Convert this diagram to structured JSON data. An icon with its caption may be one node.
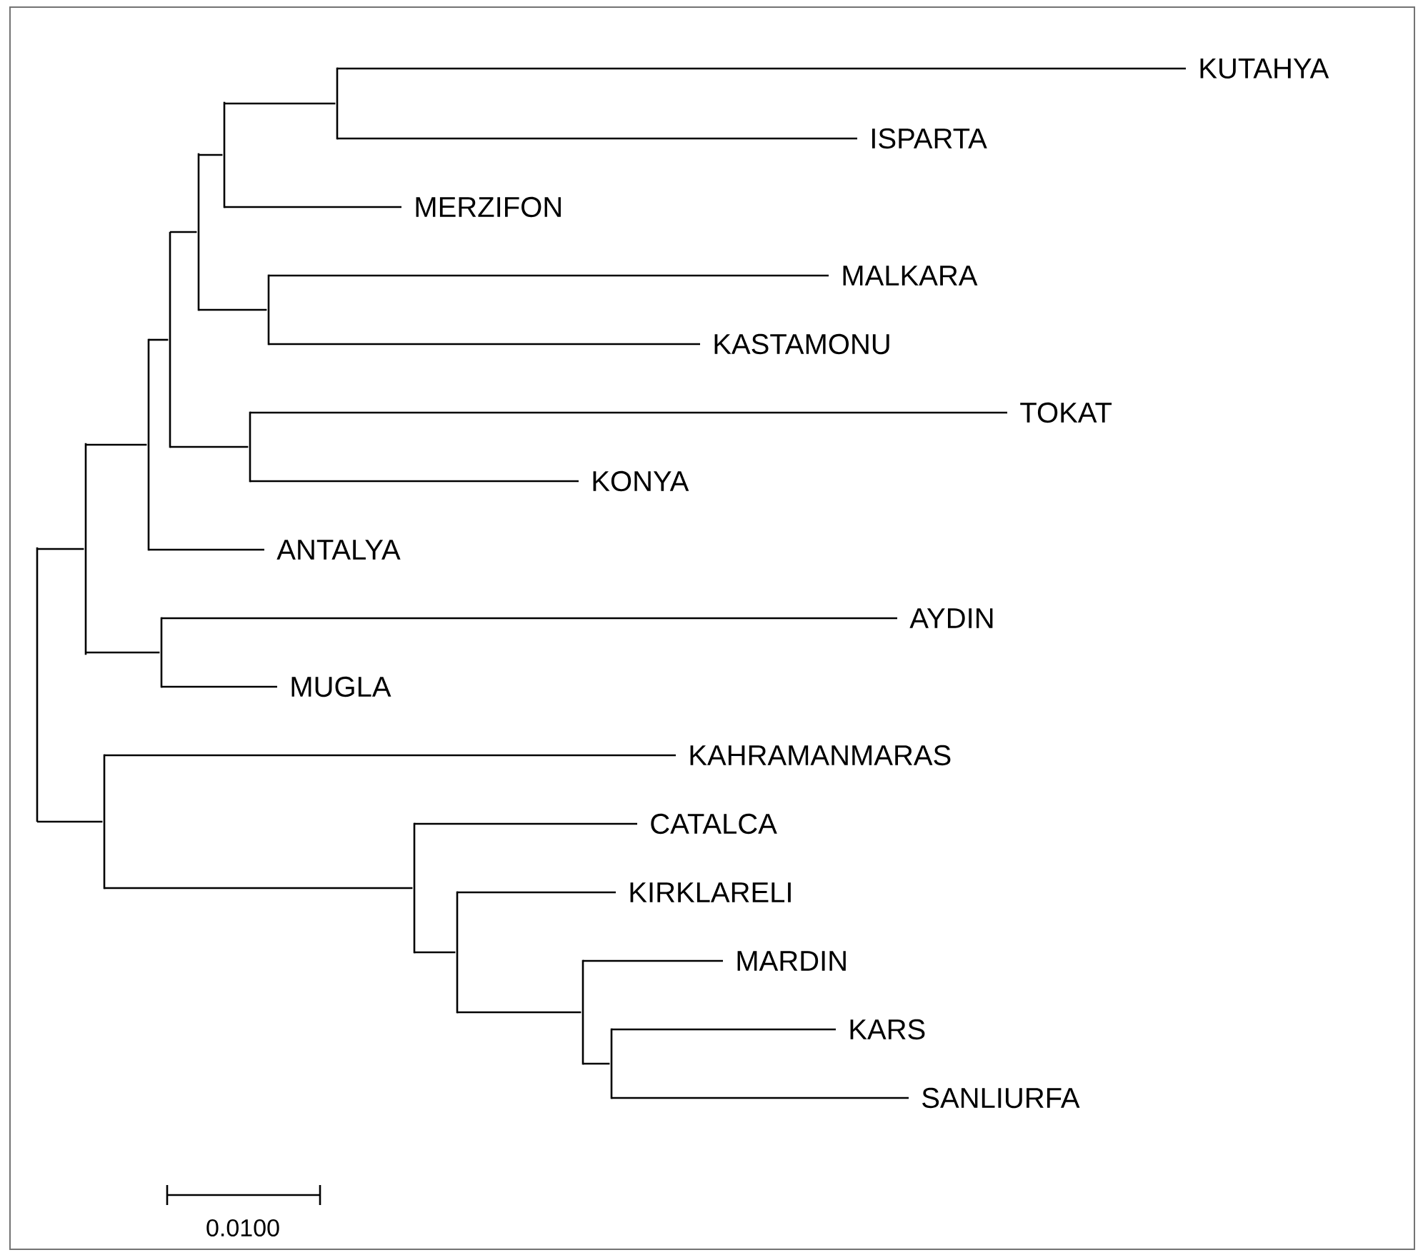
{
  "diagram": {
    "nodes": [
      {
        "text": [
          "KUTAHYA"
        ]
      },
      {
        "text": [
          "ISPARTA"
        ]
      },
      {
        "text": [
          "MERZIFON"
        ]
      },
      {
        "text": [
          "MALKARA"
        ]
      },
      {
        "text": [
          "KASTAMONU"
        ]
      },
      {
        "text": [
          "TOKAT"
        ]
      },
      {
        "text": [
          "KONYA"
        ]
      },
      {
        "text": [
          "ANTALYA"
        ]
      },
      {
        "text": [
          "AYDIN"
        ]
      },
      {
        "text": [
          "MUGLA"
        ]
      },
      {
        "text": [
          "KAHRAMANMARAS"
        ]
      },
      {
        "text": [
          "CATALCA"
        ]
      },
      {
        "text": [
          "KIRKLARELI"
        ]
      },
      {
        "text": [
          "MARDIN"
        ]
      },
      {
        "text": [
          "KARS"
        ]
      },
      {
        "text": [
          "SANLIURFA"
        ]
      },
      {
        "text": [],
        "shape": "bar"
      },
      {
        "text": [],
        "shape": "bar"
      },
      {
        "text": [],
        "shape": "bar"
      },
      {
        "text": [],
        "shape": "bar"
      },
      {
        "text": [],
        "shape": "bar"
      },
      {
        "text": [],
        "shape": "bar"
      },
      {
        "text": [],
        "shape": "bar"
      },
      {
        "text": [],
        "shape": "bar"
      },
      {
        "text": [],
        "shape": "bar"
      },
      {
        "text": [],
        "shape": "bar"
      },
      {
        "text": [],
        "shape": "bar"
      },
      {
        "text": [],
        "shape": "bar"
      },
      {
        "text": [],
        "shape": "bar"
      },
      {
        "text": [],
        "shape": "bar"
      },
      {
        "text": [],
        "shape": "bar"
      }
    ],
    "edges": [
      {
        "from": 16,
        "to": 0,
        "arrow": "none"
      },
      {
        "from": 16,
        "to": 1,
        "arrow": "none"
      },
      {
        "from": 17,
        "to": 16,
        "arrow": "none"
      },
      {
        "from": 17,
        "to": 2,
        "arrow": "none"
      },
      {
        "from": 18,
        "to": 17,
        "arrow": "none"
      },
      {
        "from": 18,
        "to": 20,
        "arrow": "none"
      },
      {
        "from": 19,
        "to": 18,
        "arrow": "none"
      },
      {
        "from": 19,
        "to": 22,
        "arrow": "none"
      },
      {
        "from": 20,
        "to": 3,
        "arrow": "none"
      },
      {
        "from": 20,
        "to": 4,
        "arrow": "none"
      },
      {
        "from": 21,
        "to": 19,
        "arrow": "none"
      },
      {
        "from": 21,
        "to": 7,
        "arrow": "none"
      },
      {
        "from": 22,
        "to": 5,
        "arrow": "none"
      },
      {
        "from": 22,
        "to": 6,
        "arrow": "none"
      },
      {
        "from": 23,
        "to": 21,
        "arrow": "none"
      },
      {
        "from": 23,
        "to": 25,
        "arrow": "none"
      },
      {
        "from": 24,
        "to": 23,
        "arrow": "none"
      },
      {
        "from": 24,
        "to": 26,
        "arrow": "none"
      },
      {
        "from": 25,
        "to": 8,
        "arrow": "none"
      },
      {
        "from": 25,
        "to": 9,
        "arrow": "none"
      },
      {
        "from": 26,
        "to": 10,
        "arrow": "none"
      },
      {
        "from": 26,
        "to": 27,
        "arrow": "none"
      },
      {
        "from": 27,
        "to": 11,
        "arrow": "none"
      },
      {
        "from": 27,
        "to": 28,
        "arrow": "none"
      },
      {
        "from": 28,
        "to": 12,
        "arrow": "none"
      },
      {
        "from": 28,
        "to": 29,
        "arrow": "none"
      },
      {
        "from": 29,
        "to": 13,
        "arrow": "none"
      },
      {
        "from": 29,
        "to": 30,
        "arrow": "none"
      },
      {
        "from": 30,
        "to": 14,
        "arrow": "none"
      },
      {
        "from": 30,
        "to": 15,
        "arrow": "none"
      }
    ],
    "labels": [
      "0.0100"
    ]
  }
}
